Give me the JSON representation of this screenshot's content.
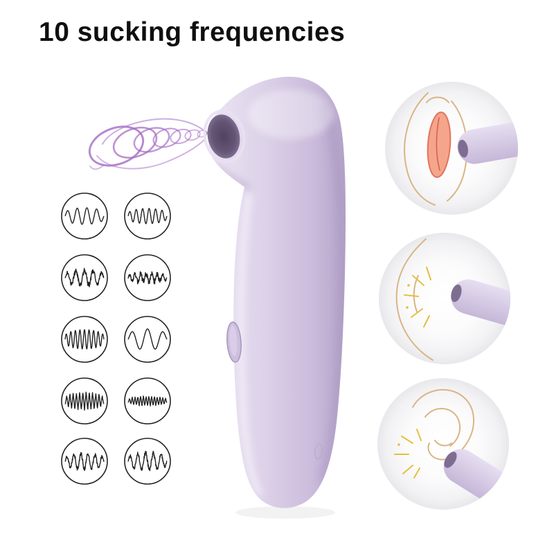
{
  "title": "10 sucking frequencies",
  "frequency_count": 10,
  "colors": {
    "background": "#ffffff",
    "title_text": "#0f0f0f",
    "device_light": "#ece5f4",
    "device_mid": "#d8cde6",
    "device_dark": "#b4a3c9",
    "suction_opening": "#655676",
    "vortex_purple": "#a56cc6",
    "waveform_stroke": "#222222",
    "line_art_tan": "#d9b584",
    "accent_salmon": "#f5a58c",
    "accent_salmon_outline": "#e0745c",
    "spark_yellow": "#e6bf3c",
    "vignette_edge": "#e8e8ec"
  },
  "waveforms": [
    {
      "name": "smooth-sine",
      "shape": "sine",
      "cycles": 4,
      "amplitude": 12,
      "jitter": 0
    },
    {
      "name": "dense-sine",
      "shape": "sine",
      "cycles": 6,
      "amplitude": 11,
      "jitter": 0
    },
    {
      "name": "irregular-wave",
      "shape": "sine",
      "cycles": 4.5,
      "amplitude": 11,
      "jitter": 4
    },
    {
      "name": "noisy-ripple",
      "shape": "sine",
      "cycles": 7,
      "amplitude": 6,
      "jitter": 4
    },
    {
      "name": "tight-loops",
      "shape": "sine",
      "cycles": 8.5,
      "amplitude": 14,
      "jitter": 0
    },
    {
      "name": "long-wave",
      "shape": "sine",
      "cycles": 2.5,
      "amplitude": 15,
      "jitter": 0
    },
    {
      "name": "rapid-spikes",
      "shape": "triangle",
      "cycles": 12,
      "amplitude": 13,
      "jitter": 1
    },
    {
      "name": "fine-spikes",
      "shape": "triangle",
      "cycles": 14,
      "amplitude": 7,
      "jitter": 1
    },
    {
      "name": "bumpy-wave",
      "shape": "sine",
      "cycles": 5.5,
      "amplitude": 11,
      "jitter": 3
    },
    {
      "name": "peak-wave",
      "shape": "sine",
      "cycles": 5,
      "amplitude": 12,
      "jitter": 3
    }
  ],
  "illustrations": [
    {
      "name": "usage-illustration-top"
    },
    {
      "name": "usage-illustration-middle"
    },
    {
      "name": "usage-illustration-bottom"
    }
  ]
}
